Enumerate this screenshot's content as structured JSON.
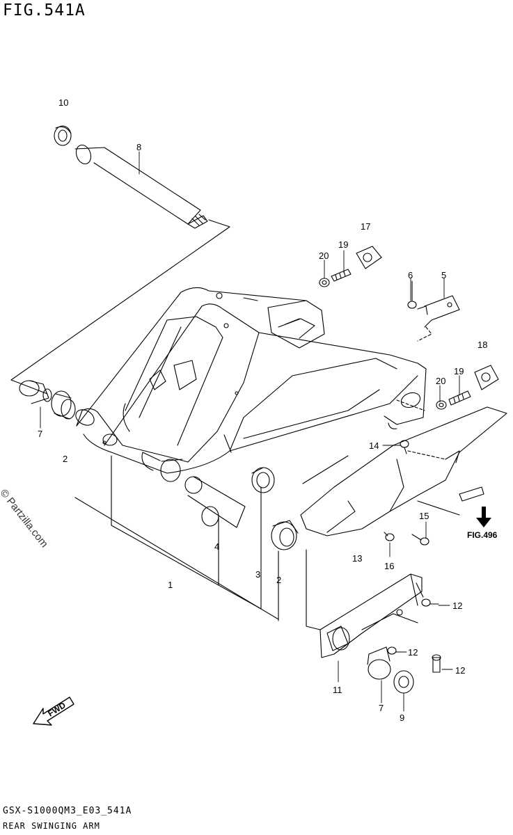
{
  "header": {
    "figure_title": "FIG.541A",
    "diagram_code": "GSX-S1000QM3_E03_541A",
    "diagram_name": "REAR SWINGING ARM"
  },
  "watermark": "© Partzilla.com",
  "fig_reference": "FIG.496",
  "fwd_label": "FWD",
  "callouts": [
    "10",
    "8",
    "17",
    "19",
    "20",
    "6",
    "5",
    "18",
    "19",
    "20",
    "7",
    "2",
    "14",
    "4",
    "3",
    "2",
    "1",
    "15",
    "13",
    "16",
    "12",
    "12",
    "12",
    "11",
    "7",
    "9"
  ]
}
